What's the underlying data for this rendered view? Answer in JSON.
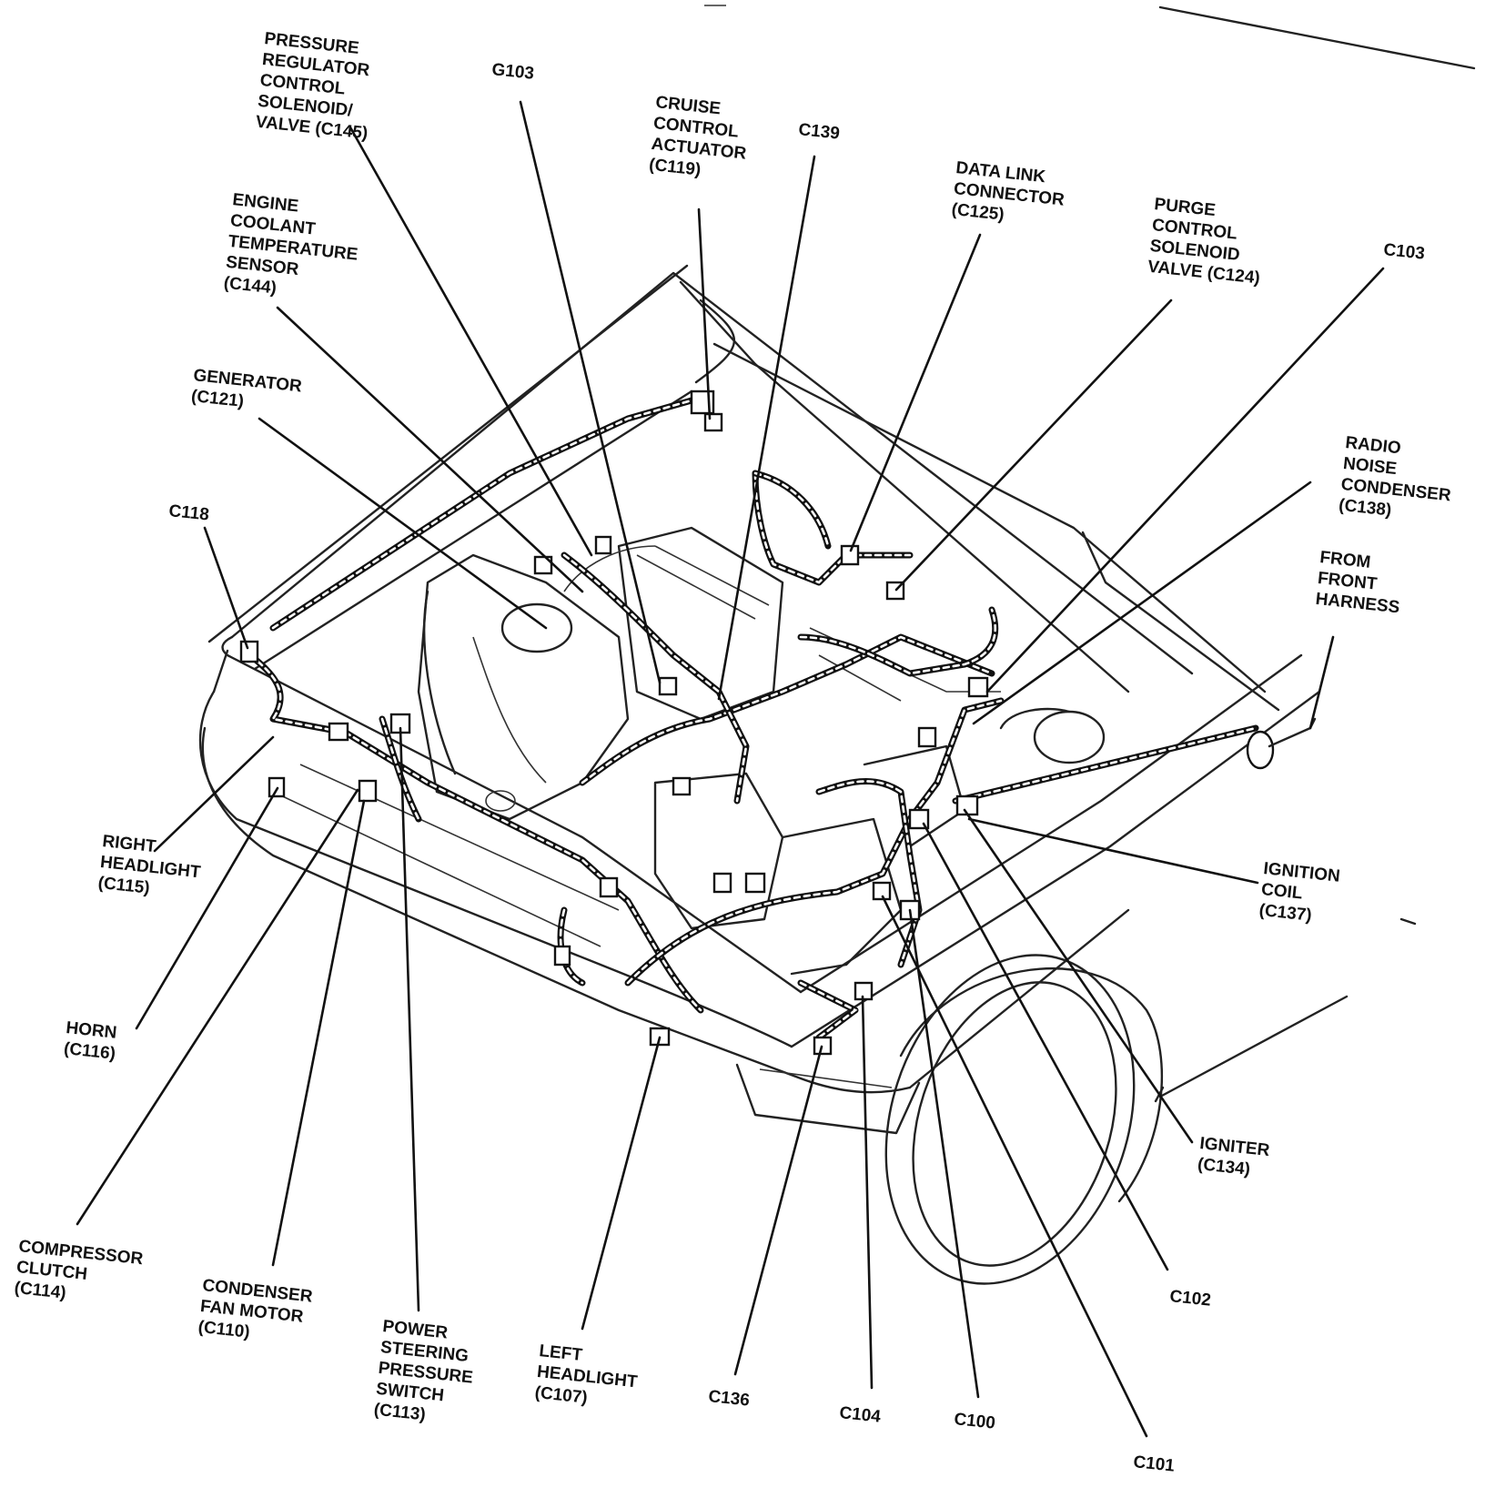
{
  "diagram": {
    "labels": [
      {
        "id": "pressure-regulator",
        "lines": [
          "PRESSURE",
          "REGULATOR",
          "CONTROL",
          "SOLENOID/",
          "VALVE (C145)"
        ]
      },
      {
        "id": "g103",
        "lines": [
          "G103"
        ]
      },
      {
        "id": "cruise-control",
        "lines": [
          "CRUISE",
          "CONTROL",
          "ACTUATOR",
          "(C119)"
        ]
      },
      {
        "id": "c139",
        "lines": [
          "C139"
        ]
      },
      {
        "id": "data-link",
        "lines": [
          "DATA LINK",
          "CONNECTOR",
          "(C125)"
        ]
      },
      {
        "id": "purge-control",
        "lines": [
          "PURGE",
          "CONTROL",
          "SOLENOID",
          "VALVE (C124)"
        ]
      },
      {
        "id": "c103",
        "lines": [
          "C103"
        ]
      },
      {
        "id": "engine-coolant",
        "lines": [
          "ENGINE",
          "COOLANT",
          "TEMPERATURE",
          "SENSOR",
          "(C144)"
        ]
      },
      {
        "id": "generator",
        "lines": [
          "GENERATOR",
          "(C121)"
        ]
      },
      {
        "id": "radio-noise",
        "lines": [
          "RADIO",
          "NOISE",
          "CONDENSER",
          "(C138)"
        ]
      },
      {
        "id": "from-front-harness",
        "lines": [
          "FROM",
          "FRONT",
          "HARNESS"
        ]
      },
      {
        "id": "c118",
        "lines": [
          "C118"
        ]
      },
      {
        "id": "right-headlight",
        "lines": [
          "RIGHT",
          "HEADLIGHT",
          "(C115)"
        ]
      },
      {
        "id": "ignition-coil",
        "lines": [
          "IGNITION",
          "COIL",
          "(C137)"
        ]
      },
      {
        "id": "horn",
        "lines": [
          "HORN",
          "(C116)"
        ]
      },
      {
        "id": "igniter",
        "lines": [
          "IGNITER",
          "(C134)"
        ]
      },
      {
        "id": "compressor-clutch",
        "lines": [
          "COMPRESSOR",
          "CLUTCH",
          "(C114)"
        ]
      },
      {
        "id": "condenser-fan",
        "lines": [
          "CONDENSER",
          "FAN MOTOR",
          "(C110)"
        ]
      },
      {
        "id": "power-steering",
        "lines": [
          "POWER",
          "STEERING",
          "PRESSURE",
          "SWITCH",
          "(C113)"
        ]
      },
      {
        "id": "left-headlight",
        "lines": [
          "LEFT",
          "HEADLIGHT",
          "(C107)"
        ]
      },
      {
        "id": "c136",
        "lines": [
          "C136"
        ]
      },
      {
        "id": "c104",
        "lines": [
          "C104"
        ]
      },
      {
        "id": "c100",
        "lines": [
          "C100"
        ]
      },
      {
        "id": "c102",
        "lines": [
          "C102"
        ]
      },
      {
        "id": "c101",
        "lines": [
          "C101"
        ]
      }
    ]
  }
}
